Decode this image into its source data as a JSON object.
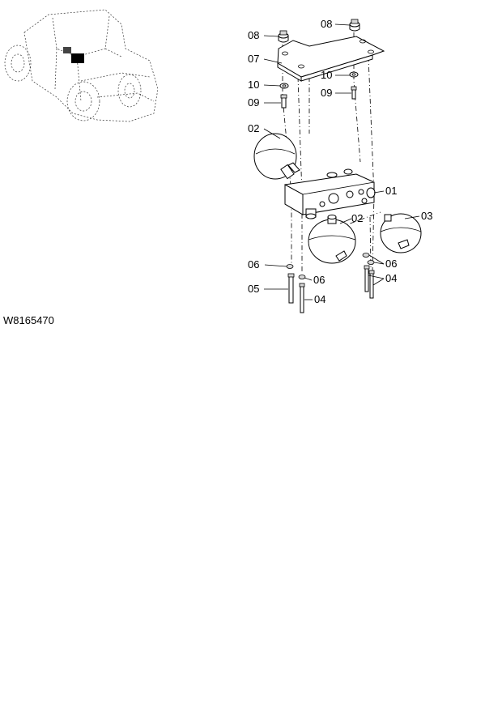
{
  "figure_id": "W8165470",
  "callouts": {
    "c08a": "08",
    "c08b": "08",
    "c07": "07",
    "c10a": "10",
    "c10b": "10",
    "c09a": "09",
    "c09b": "09",
    "c02a": "02",
    "c01": "01",
    "c02b": "02",
    "c03": "03",
    "c06a": "06",
    "c06b": "06",
    "c06c": "06",
    "c05": "05",
    "c04a": "04",
    "c04b": "04"
  }
}
